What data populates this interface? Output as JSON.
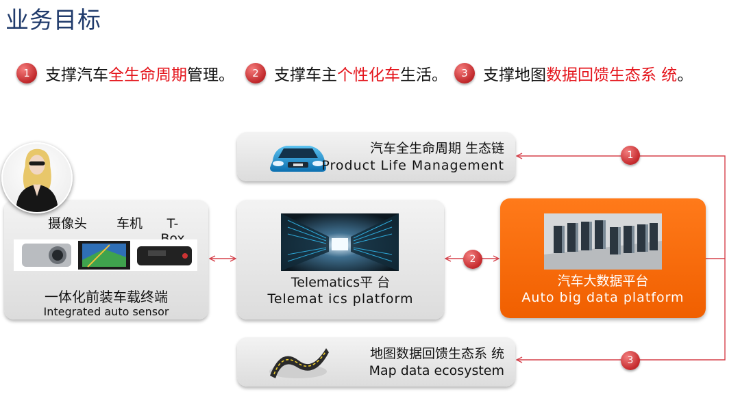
{
  "page": {
    "title": "业务目标"
  },
  "goals": [
    {
      "num": "1",
      "pre": "支撑汽车",
      "hl": "全生命周期",
      "post": "管理。"
    },
    {
      "num": "2",
      "pre": "支撑车主",
      "hl": "个性化车",
      "post": "生活。"
    },
    {
      "num": "3",
      "pre": "支撑地图",
      "hl": "数据回馈生态系 统",
      "post": "。"
    }
  ],
  "boxes": {
    "product_life": {
      "cn": "汽车全生命周期 生态链",
      "en": "Product  Life  Management"
    },
    "terminal": {
      "camera": "摄像头",
      "headunit": "车机",
      "tbox": "T-\nBox",
      "cn": "一体化前装车载终端",
      "en": "Integrated auto sensor"
    },
    "telematics": {
      "cn": "Telematics平 台",
      "en": "Telemat ics  platform"
    },
    "bigdata": {
      "cn": "汽车大数据平台",
      "en": "Auto  big  data  platform"
    },
    "map": {
      "cn": "地图数据回馈生态系 统",
      "en": "Map data ecosystem"
    }
  },
  "flow_badges": [
    "1",
    "2",
    "3"
  ],
  "icons": {
    "car": "car-image-icon",
    "road": "road-image-icon",
    "avatar": "person-avatar-icon",
    "devices": "auto-device-images-icon",
    "datacenter": "datacenter-image-icon",
    "servers": "server-room-image-icon"
  },
  "colors": {
    "title": "#1f3a6b",
    "highlight": "#e4141b",
    "badge": "#c0282b",
    "orange": "#f26a0a",
    "connector": "#d6404a"
  }
}
